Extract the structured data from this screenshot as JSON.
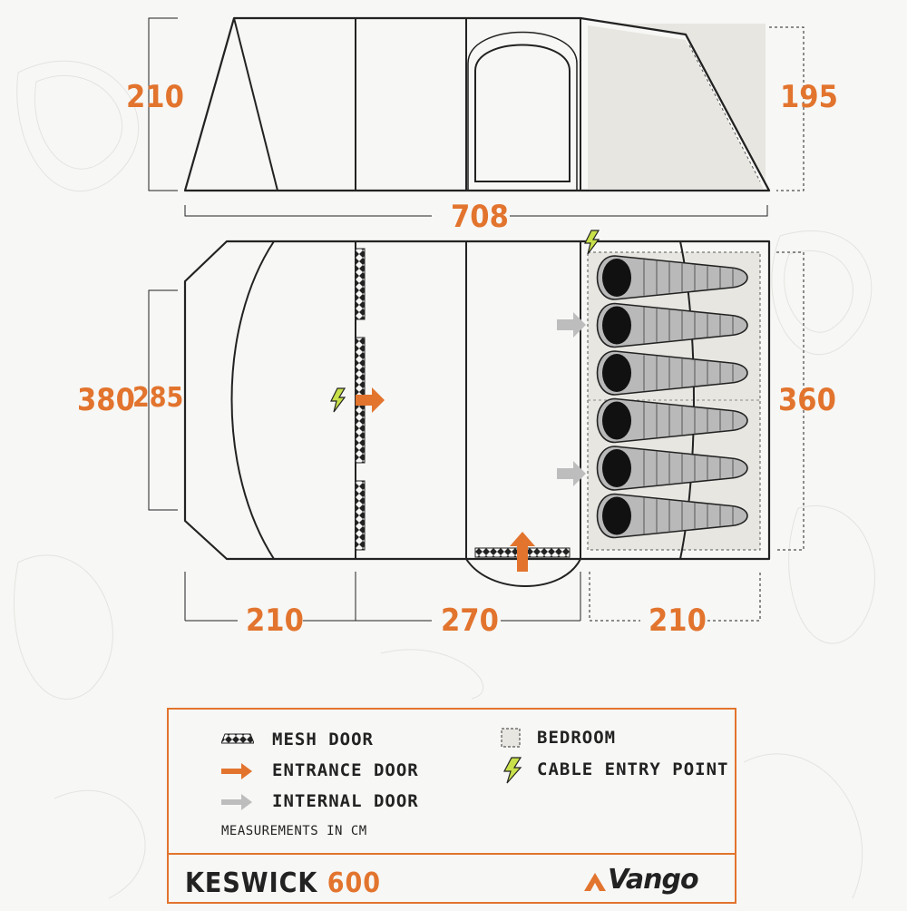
{
  "product": {
    "model_name": "KESWICK",
    "model_number": "600",
    "brand": "Vango"
  },
  "dimensions": {
    "height_front": "210",
    "height_rear": "195",
    "total_length": "708",
    "width_outer": "380",
    "width_inner": "285",
    "bedroom_width": "360",
    "length_porch": "210",
    "length_living": "270",
    "length_bedroom": "210"
  },
  "legend": {
    "mesh_door": "MESH DOOR",
    "entrance_door": "ENTRANCE DOOR",
    "internal_door": "INTERNAL DOOR",
    "bedroom": "BEDROOM",
    "cable_entry": "CABLE ENTRY POINT",
    "units_note": "MEASUREMENTS IN CM"
  },
  "colors": {
    "accent": "#e2742e",
    "outline": "#222222",
    "bedroom_fill": "#e7e6e1",
    "sleeping_bag": "#b9b9b9",
    "internal_arrow": "#bdbdbd",
    "cable_icon": "#c8e04a"
  },
  "icons": [
    "mesh-door-icon",
    "entrance-arrow-icon",
    "internal-arrow-icon",
    "bedroom-swatch-icon",
    "cable-bolt-icon",
    "vango-logo-icon"
  ],
  "sleeping_berths": 6
}
